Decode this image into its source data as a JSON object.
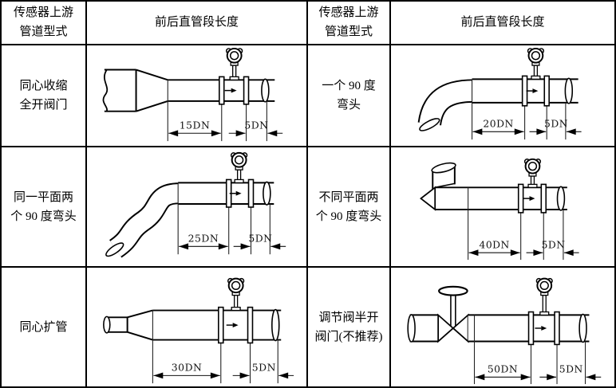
{
  "colors": {
    "border": "#000000",
    "background": "#ffffff",
    "text": "#000000"
  },
  "header": {
    "type_label_lines": [
      "传感器上游",
      "管道型式"
    ],
    "length_label": "前后直管段长度"
  },
  "rows": [
    {
      "left": {
        "label_lines": [
          "同心收缩",
          "全开阀门"
        ],
        "upstream": "15DN",
        "downstream": "5DN",
        "diagram": "concentric-reducer"
      },
      "right": {
        "label_lines": [
          "一个 90 度",
          "弯头"
        ],
        "upstream": "20DN",
        "downstream": "5DN",
        "diagram": "single-90-degree-elbow"
      }
    },
    {
      "left": {
        "label_lines": [
          "同一平面两",
          "个 90 度弯头"
        ],
        "upstream": "25DN",
        "downstream": "5DN",
        "diagram": "two-90-degree-elbows-same-plane"
      },
      "right": {
        "label_lines": [
          "不同平面两",
          "个 90 度弯头"
        ],
        "upstream": "40DN",
        "downstream": "5DN",
        "diagram": "two-90-degree-elbows-different-planes"
      }
    },
    {
      "left": {
        "label_lines": [
          "同心扩管"
        ],
        "upstream": "30DN",
        "downstream": "5DN",
        "diagram": "concentric-expander"
      },
      "right": {
        "label_lines": [
          "调节阀半开",
          "阀门(不推荐)"
        ],
        "upstream": "50DN",
        "downstream": "5DN",
        "diagram": "half-open-control-valve"
      }
    }
  ]
}
